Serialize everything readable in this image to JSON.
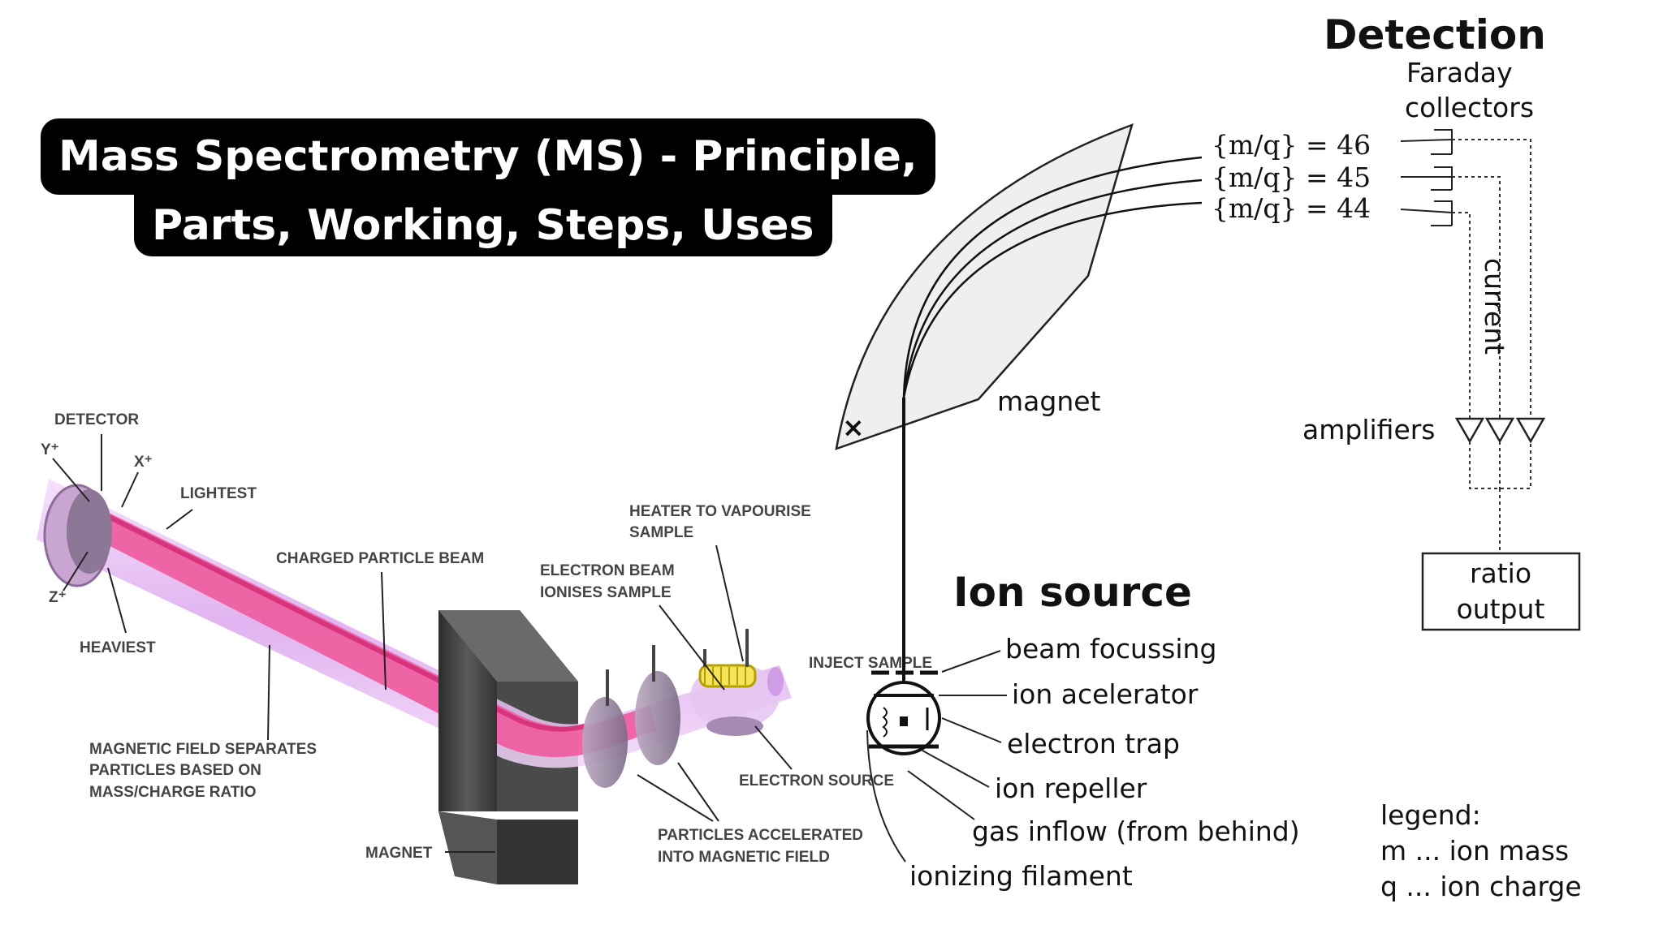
{
  "title": {
    "line1": "Mass Spectrometry (MS) - Principle,",
    "line2": "Parts, Working, Steps, Uses"
  },
  "left_diagram": {
    "labels": {
      "detector": "DETECTOR",
      "y_plus": "Y⁺",
      "x_plus": "X⁺",
      "z_plus": "Z⁺",
      "lightest": "LIGHTEST",
      "heaviest": "HEAVIEST",
      "charged_beam": "CHARGED PARTICLE BEAM",
      "heater_1": "HEATER TO VAPOURISE",
      "heater_2": "SAMPLE",
      "electron_beam_1": "ELECTRON BEAM",
      "electron_beam_2": "IONISES SAMPLE",
      "inject_sample": "INJECT SAMPLE",
      "magnetic_1": "MAGNETIC FIELD SEPARATES",
      "magnetic_2": "PARTICLES BASED ON",
      "magnetic_3": "MASS/CHARGE RATIO",
      "electron_source": "ELECTRON SOURCE",
      "accelerated_1": "PARTICLES ACCELERATED",
      "accelerated_2": "INTO MAGNETIC FIELD",
      "magnet": "MAGNET"
    }
  },
  "right_diagram": {
    "detection": "Detection",
    "faraday_1": "Faraday",
    "faraday_2": "collectors",
    "mq_46": "{m/q} = 46",
    "mq_45": "{m/q} = 45",
    "mq_44": "{m/q} = 44",
    "current": "current",
    "amplifiers": "amplifiers",
    "ratio_1": "ratio",
    "ratio_2": "output",
    "magnet": "magnet",
    "cross": "×",
    "ion_source": "Ion source",
    "beam_focussing": "beam focussing",
    "ion_accelerator": "ion acelerator",
    "electron_trap": "electron trap",
    "ion_repeller": "ion repeller",
    "gas_inflow": "gas  inflow (from behind)",
    "ionizing_filament": "ionizing filament",
    "legend_title": "legend:",
    "legend_m": "m ... ion mass",
    "legend_q": "q ... ion charge"
  },
  "colors": {
    "beam": "#ee5fa0",
    "tube": "#e6b8f2",
    "magnet_dark": "#3a3a3a",
    "banner": "#000000"
  }
}
